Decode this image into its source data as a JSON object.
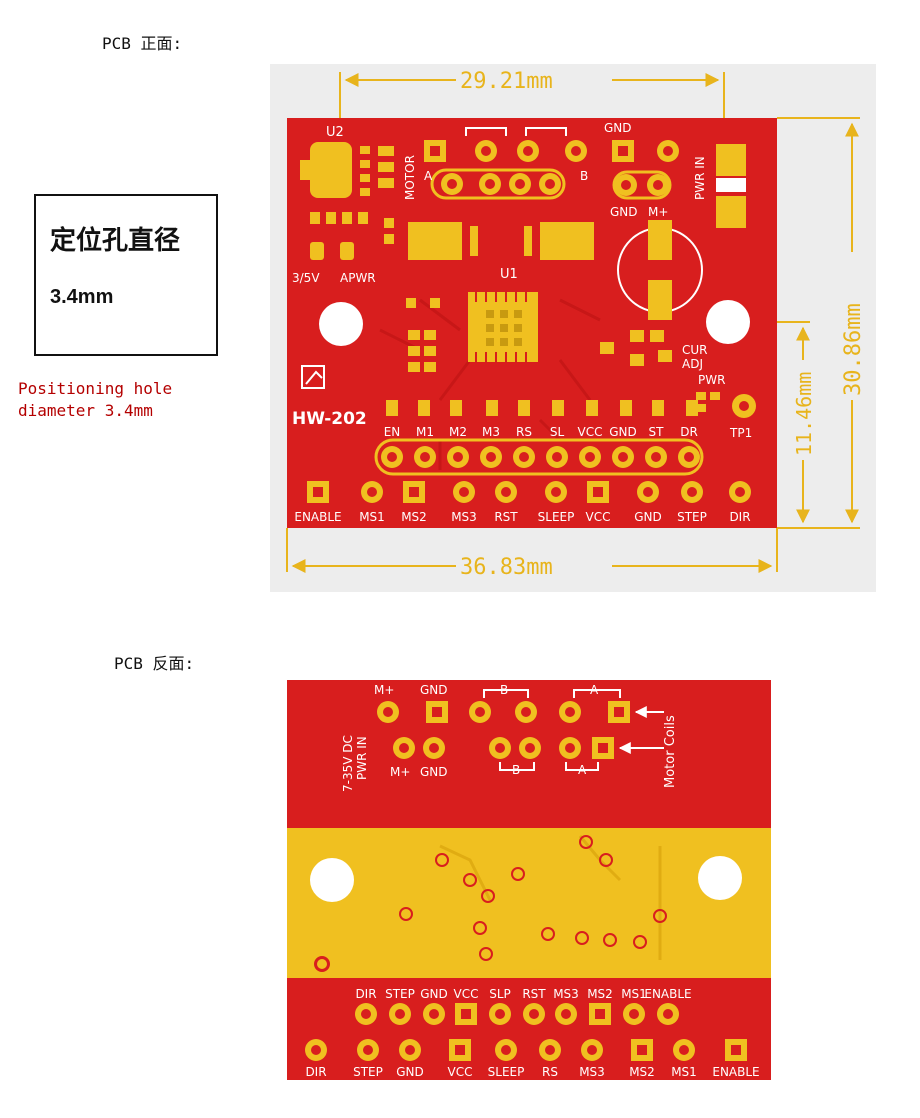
{
  "front": {
    "section_title": "PCB 正面:",
    "dims": {
      "top_width": "29.21mm",
      "bottom_width": "36.83mm",
      "right_height": "30.86mm",
      "right_height_inner": "11.46mm"
    },
    "silk": {
      "u2": "U2",
      "u1": "U1",
      "motor": "MOTOR",
      "coil_a": "A",
      "coil_b": "B",
      "gnd_top": "GND",
      "pwr_in": "PWR IN",
      "gnd_mid": "GND",
      "m_plus": "M+",
      "v35": "3/5V",
      "apwr": "APWR",
      "cur_adj": "CUR\nADJ",
      "pwr": "PWR",
      "board_name": "HW-202",
      "tp1": "TP1"
    },
    "header_labels": [
      "EN",
      "M1",
      "M2",
      "M3",
      "RS",
      "SL",
      "VCC",
      "GND",
      "ST",
      "DR"
    ],
    "bottom_labels": [
      "ENABLE",
      "MS1",
      "MS2",
      "MS3",
      "RST",
      "SLEEP",
      "VCC",
      "GND",
      "STEP",
      "DIR"
    ]
  },
  "note_box": {
    "zh": "定位孔直径",
    "mm": "3.4mm"
  },
  "note_en": {
    "line1": "Positioning hole",
    "line2": "diameter 3.4mm"
  },
  "back": {
    "section_title": "PCB 反面:",
    "silk": {
      "pwr_in": "7-35V DC\nPWR IN",
      "m_plus_top": "M+",
      "gnd_top": "GND",
      "m_plus_bot": "M+",
      "gnd_bot": "GND",
      "coil_b_top": "B",
      "coil_a_top": "A",
      "coil_b_bot": "B",
      "coil_a_bot": "A",
      "motor_coils": "Motor Coils"
    },
    "header_labels": [
      "DIR",
      "STEP",
      "GND",
      "VCC",
      "SLP",
      "RST",
      "MS3",
      "MS2",
      "MS1",
      "ENABLE"
    ],
    "bottom_labels": [
      "DIR",
      "STEP",
      "GND",
      "VCC",
      "SLEEP",
      "RS",
      "MS3",
      "MS2",
      "MS1",
      "ENABLE"
    ]
  },
  "colors": {
    "pcb_red": "#d81e1e",
    "pad_gold": "#f0c020",
    "silk": "#ffffff",
    "dim_line": "#e8b41c"
  }
}
